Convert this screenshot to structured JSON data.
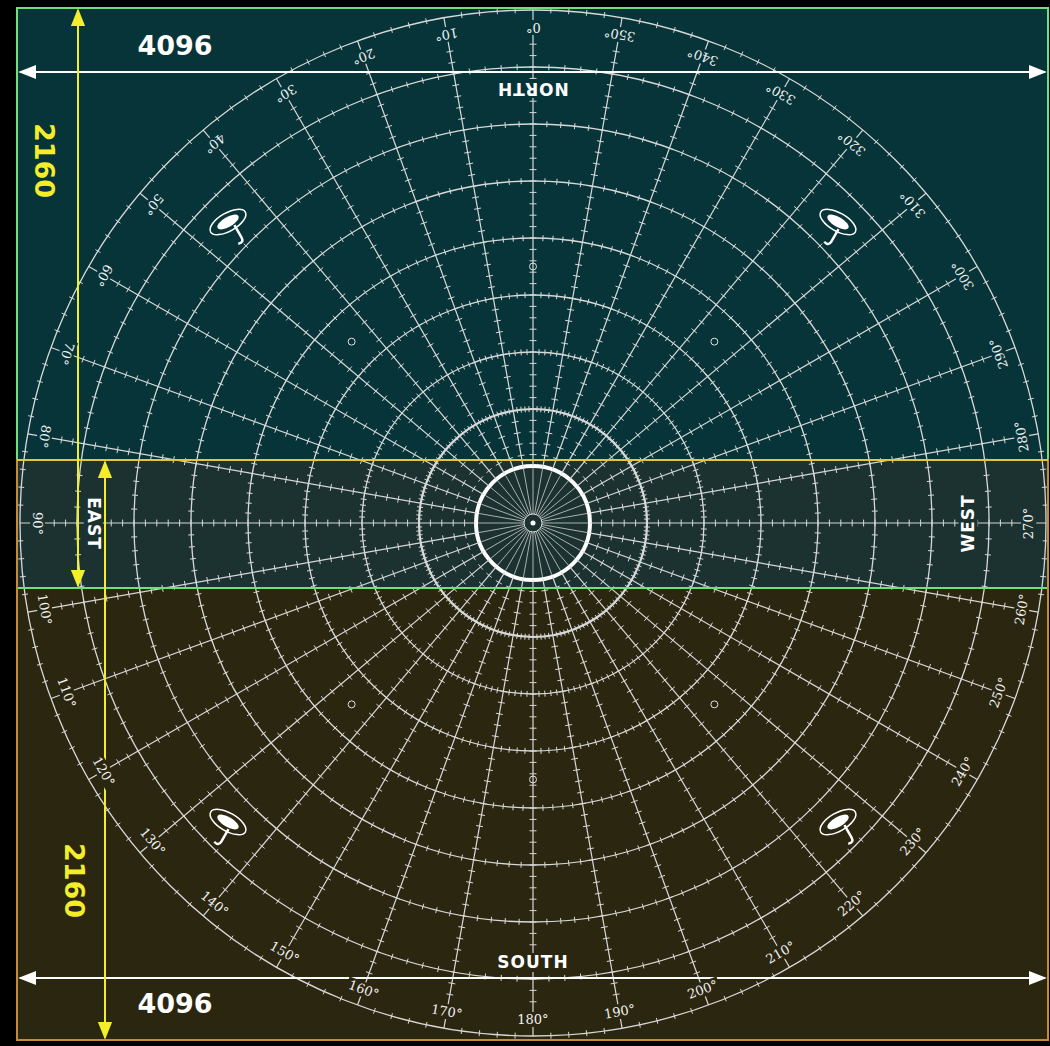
{
  "diagram": {
    "labels": [
      "4096",
      "2160",
      "NORTH",
      "EAST",
      "WEST",
      "SOUTH",
      "2160",
      "4096",
      "0°",
      "10°",
      "20°",
      "30°",
      "40°",
      "50°",
      "60°",
      "70°",
      "80°",
      "90°",
      "100°",
      "110°",
      "120°",
      "130°",
      "140°",
      "150°",
      "160°",
      "170°",
      "180°",
      "190°",
      "200°",
      "210°",
      "220°",
      "230°",
      "240°",
      "250°",
      "260°",
      "270°",
      "280°",
      "290°",
      "300°",
      "310°",
      "320°",
      "330°",
      "340°",
      "350°"
    ]
  }
}
